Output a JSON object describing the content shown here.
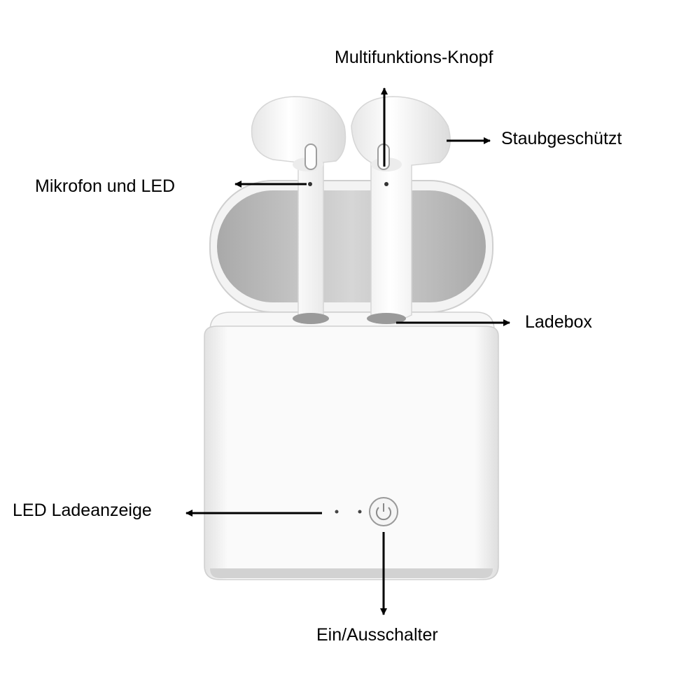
{
  "labels": {
    "multifunction_button": "Multifunktions-Knopf",
    "dust_protected": "Staubgeschützt",
    "microphone_led": "Mikrofon und LED",
    "charging_box": "Ladebox",
    "led_charge_indicator": "LED Ladeanzeige",
    "power_switch": "Ein/Ausschalter"
  },
  "colors": {
    "arrow": "#000000",
    "case_body": "#f4f4f4",
    "case_shadow": "#c9c9c9",
    "lid_inner": "#c4c4c4",
    "earbud": "#fbfbfb"
  },
  "icons": {
    "power_button": "power-icon"
  }
}
